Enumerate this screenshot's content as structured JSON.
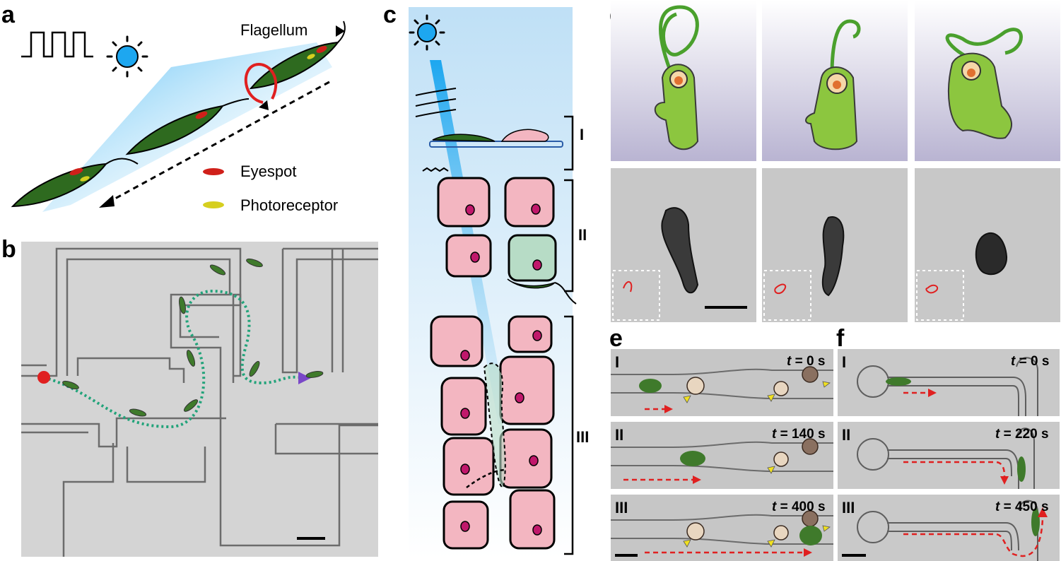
{
  "panels": {
    "a": {
      "label": "a",
      "flagellum": "Flagellum",
      "eyespot": "Eyespot",
      "photoreceptor": "Photoreceptor",
      "colors": {
        "cell": "#2e6a1f",
        "eyespot": "#d0201a",
        "photoreceptor": "#d6cf1f",
        "light": "#1da7f0",
        "rotation": "#e02020"
      }
    },
    "b": {
      "label": "b"
    },
    "c": {
      "label": "c",
      "zones": [
        "I",
        "II",
        "III"
      ],
      "colors": {
        "cell": "#f3b6c1",
        "nucleus": "#c0186b"
      }
    },
    "d": {
      "label": "d"
    },
    "e": {
      "label": "e",
      "rows": [
        {
          "roman": "I",
          "t_label": "t",
          "t_value": " = 0 s"
        },
        {
          "roman": "II",
          "t_label": "t",
          "t_value": " = 140 s"
        },
        {
          "roman": "III",
          "t_label": "t",
          "t_value": " = 400 s"
        }
      ]
    },
    "f": {
      "label": "f",
      "rows": [
        {
          "roman": "I",
          "t_label": "t",
          "t_value": " = 0 s"
        },
        {
          "roman": "II",
          "t_label": "t",
          "t_value": " = 220 s"
        },
        {
          "roman": "III",
          "t_label": "t",
          "t_value": " = 450 s"
        }
      ]
    }
  }
}
